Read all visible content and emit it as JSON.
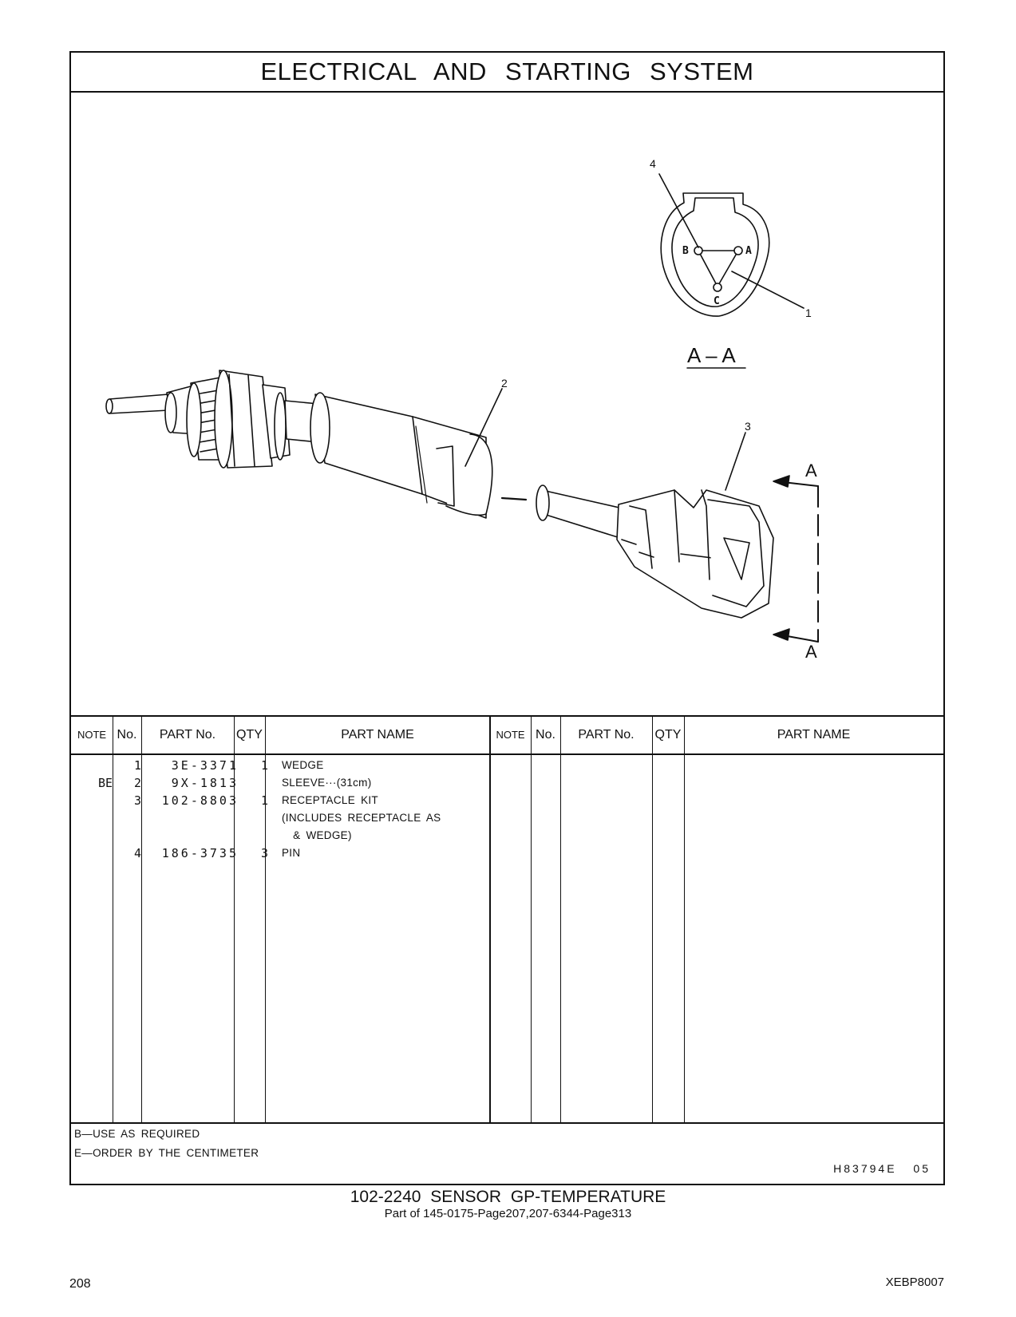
{
  "page": {
    "title": "ELECTRICAL AND STARTING SYSTEM",
    "page_number": "208",
    "doc_id": "XEBP8007",
    "illustration_id": "H83794E 05",
    "caption_main": "102-2240  SENSOR GP-TEMPERATURE",
    "caption_sub": "Part of 145-0175-Page207,207-6344-Page313"
  },
  "drawing": {
    "callouts": [
      "1",
      "2",
      "3",
      "4"
    ],
    "section_label": "A – A",
    "section_arrow_label": "A",
    "pin_labels": [
      "A",
      "B",
      "C"
    ]
  },
  "table": {
    "headers": {
      "note": "NOTE",
      "no": "No.",
      "part_no": "PART No.",
      "qty": "QTY",
      "part_name": "PART NAME"
    },
    "rows": [
      {
        "note": "",
        "no": "1",
        "part_no": "3E-3371",
        "qty": "1",
        "name": "WEDGE"
      },
      {
        "note": "BE",
        "no": "2",
        "part_no": "9X-1813",
        "qty": "",
        "name": "SLEEVE···(31cm)"
      },
      {
        "note": "",
        "no": "3",
        "part_no": "102-8803",
        "qty": "1",
        "name": "RECEPTACLE KIT"
      },
      {
        "note": "",
        "no": "",
        "part_no": "",
        "qty": "",
        "name": "(INCLUDES RECEPTACLE AS"
      },
      {
        "note": "",
        "no": "",
        "part_no": "",
        "qty": "",
        "name": "  & WEDGE)"
      },
      {
        "note": "",
        "no": "4",
        "part_no": "186-3735",
        "qty": "3",
        "name": "PIN"
      }
    ]
  },
  "footnotes": [
    "B—USE AS REQUIRED",
    "E—ORDER BY THE CENTIMETER"
  ]
}
